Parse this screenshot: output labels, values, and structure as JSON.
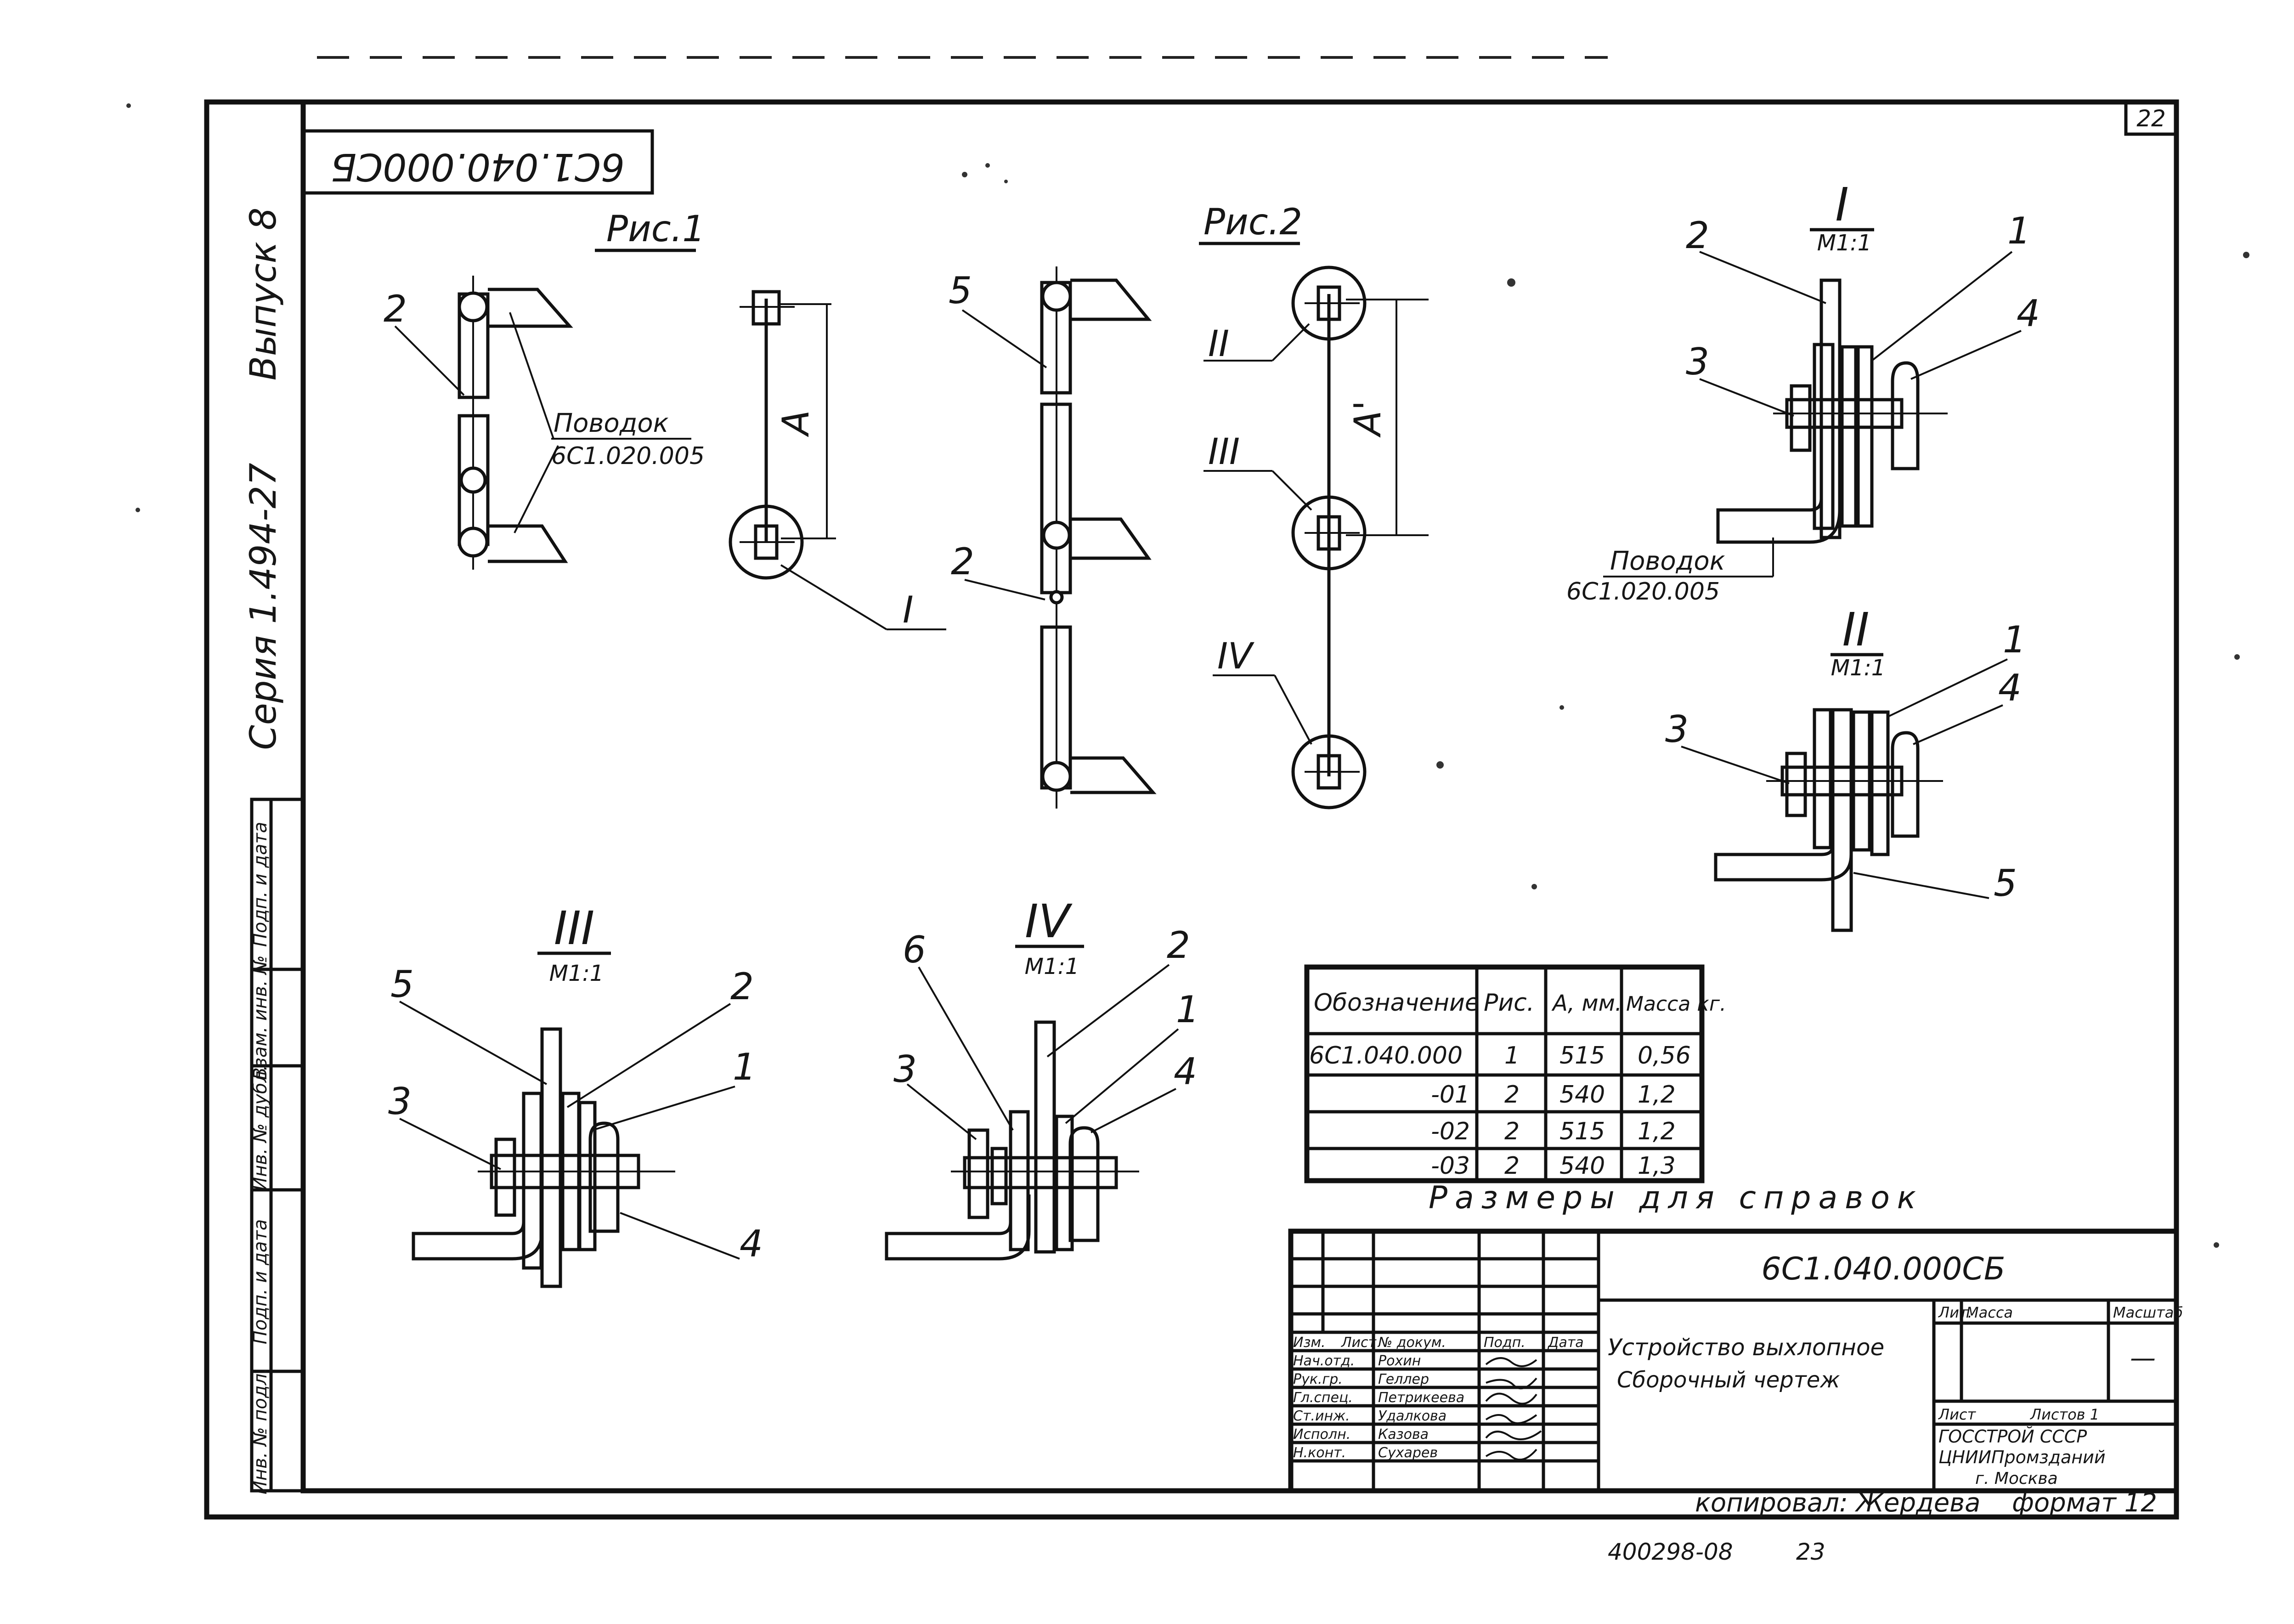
{
  "sheet": {
    "sheet_number": "22",
    "stamp_code": "6С1.040.000СБ",
    "side_issue": "Выпуск 8",
    "side_series": "Серия 1.494-27",
    "side_fields": [
      "Подп. и дата",
      "Взам. инв. №",
      "Инв. № дубл.",
      "Подп. и дата",
      "Инв. № подл."
    ]
  },
  "figures": {
    "fig1_title": "Рис.1",
    "fig2_title": "Рис.2",
    "leash_label": "Поводок",
    "leash_code": "6С1.020.005",
    "dim_a": "А",
    "dim_a2": "А'",
    "callouts": {
      "c1": "1",
      "c2": "2",
      "c3": "3",
      "c4": "4",
      "c5": "5",
      "c6": "6"
    },
    "views": {
      "I": {
        "roman": "I",
        "scale": "М1:1"
      },
      "II": {
        "roman": "II",
        "scale": "М1:1"
      },
      "III": {
        "roman": "III",
        "scale": "М1:1"
      },
      "IV": {
        "roman": "IV",
        "scale": "М1:1"
      }
    }
  },
  "table": {
    "headers": [
      "Обозначение",
      "Рис.",
      "А, мм.",
      "Масса кг."
    ],
    "rows": [
      [
        "6С1.040.000",
        "1",
        "515",
        "0,56"
      ],
      [
        "-01",
        "2",
        "540",
        "1,2"
      ],
      [
        "-02",
        "2",
        "515",
        "1,2"
      ],
      [
        "-03",
        "2",
        "540",
        "1,3"
      ]
    ],
    "note": "Размеры для справок"
  },
  "title_block": {
    "designation": "6С1.040.000СБ",
    "name_line1": "Устройство выхлопное",
    "name_line2": "Сборочный чертеж",
    "lit_header": "Лит.",
    "mass_header": "Масса",
    "scale_header": "Масштаб",
    "scale_value": "—",
    "sheet_header": "Лист",
    "sheets_header": "Листов 1",
    "org1": "ГОССТРОЙ СССР",
    "org2": "ЦНИИПромзданий",
    "org3": "г. Москва",
    "people": [
      {
        "role": "Нач.отд.",
        "name": "Рохин"
      },
      {
        "role": "Рук.гр.",
        "name": "Геллер"
      },
      {
        "role": "Гл.спец.",
        "name": "Петрикеева"
      },
      {
        "role": "Ст.инж.",
        "name": "Удалкова"
      },
      {
        "role": "Исполн.",
        "name": "Казова"
      },
      {
        "role": "Н.конт.",
        "name": "Сухарев"
      }
    ],
    "header_cells": [
      "Изм.",
      "Лист",
      "№ докум.",
      "Подп.",
      "Дата"
    ]
  },
  "footer": {
    "copied": "копировал: Жердева",
    "format": "формат 12",
    "order": "400298-08",
    "page": "23"
  }
}
